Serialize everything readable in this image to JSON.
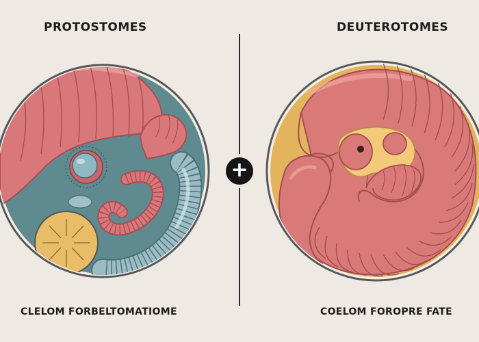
{
  "left_panel": {
    "title": "PROTOSTOMES",
    "caption": "CLELOM FORBELTOMATIOME",
    "colors": {
      "disc": "#5f8a90",
      "worm": "#d9787a",
      "yolk": "#e9bd68",
      "blue_worm": "#9bbcc3"
    }
  },
  "right_panel": {
    "title": "DEUTEROTOMES",
    "caption": "COELOM FOROPRE FATE",
    "colors": {
      "disc": "#e3b35e",
      "worm": "#d97a78"
    }
  },
  "center": {
    "symbol": "+"
  }
}
